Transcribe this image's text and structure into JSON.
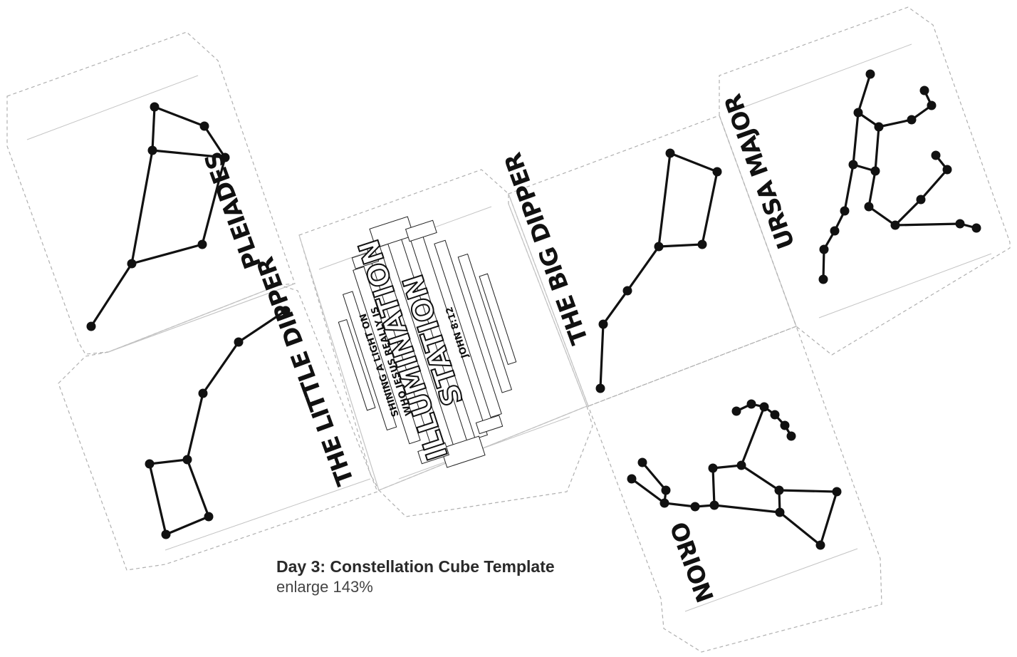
{
  "faces": {
    "pleiades": {
      "label": "PLEIADES"
    },
    "little_dipper": {
      "label": "THE LITTLE DIPPER"
    },
    "center": {
      "title_line1": "ILLUMINATION",
      "title_line2": "STATION",
      "tagline_line1": "SHINING A LIGHT ON",
      "tagline_line2": "WHO JESUS REALLY IS",
      "verse": "JOHN 8:12"
    },
    "big_dipper": {
      "label": "THE BIG DIPPER"
    },
    "ursa_major": {
      "label": "URSA MAJOR"
    },
    "orion": {
      "label": "ORION"
    }
  },
  "caption": {
    "title": "Day 3: Constellation Cube Template",
    "subtitle": "enlarge 143%"
  }
}
